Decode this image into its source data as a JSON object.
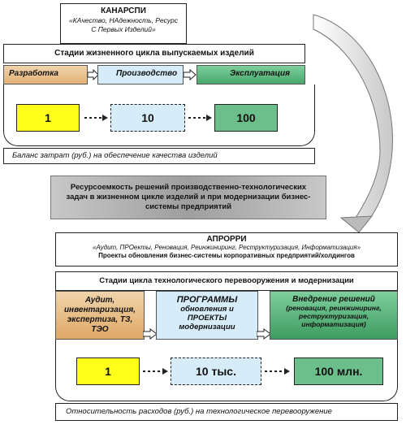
{
  "top": {
    "org_name": "КАНАРСПИ",
    "org_desc": "«КАчество, НАдежность, Ресурс С Первых Изделий»",
    "stages_title": "Стадии жизненного цикла выпускаемых изделий",
    "stages": [
      "Разработка",
      "Производство",
      "Эксплуатация"
    ],
    "values": [
      "1",
      "10",
      "100"
    ],
    "balance_text": "Баланс затрат (руб.) на обеспечение качества изделий"
  },
  "middle": {
    "text": "Ресурсоемкость решений производственно-технологических задач в жизненном цикле изделий и при модернизации бизнес-системы предприятий"
  },
  "bottom": {
    "org_name": "АПРОРРИ",
    "org_desc": "«Аудит, ПРОекты, Реновация, Реинжиниринг, Реструктуризация, Информатизация»",
    "org_sub": "Проекты обновления бизнес-системы корпоративных предприятий/холдингов",
    "stages_title": "Стадии цикла технологического перевооружения и модернизации",
    "stage1": "Аудит, инвентаризация, экспертиза, ТЗ, ТЭО",
    "stage2_title": "ПРОГРАММЫ",
    "stage2_sub": "обновления и ПРОЕКТЫ модернизации",
    "stage3_title": "Внедрение решений",
    "stage3_sub": "(реновация, реинжиниринг, реструктуризация, информатизация)",
    "values": [
      "1",
      "10 тыс.",
      "100 млн."
    ],
    "relative_text": "Относительность расходов (руб.) на технологическое перевооружение"
  },
  "colors": {
    "yellow": "#ffff1a",
    "lightblue": "#d6ecf9",
    "green": "#6cbf8a",
    "tan": "#e7c08d",
    "grey": "#a0a0a0"
  }
}
